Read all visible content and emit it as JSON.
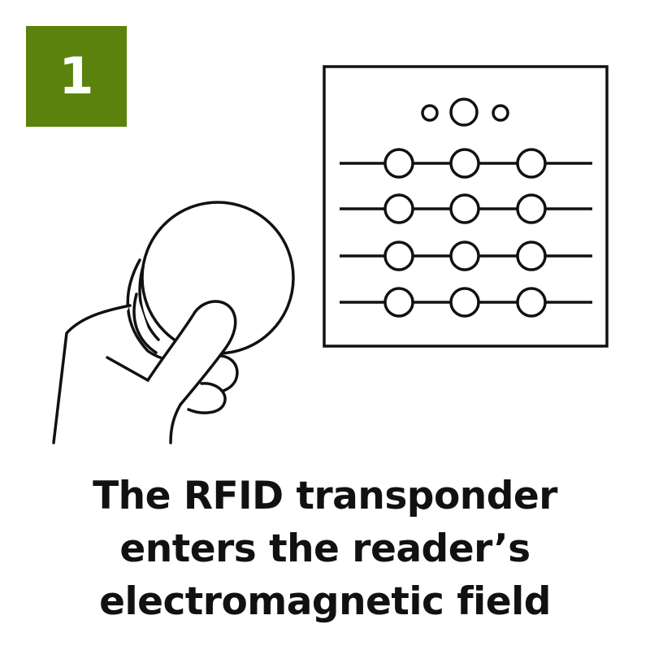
{
  "step": {
    "number": "1",
    "badge_color": "#5a820c"
  },
  "caption": {
    "lines": [
      "The RFID transponder",
      "enters the reader’s",
      "electromagnetic field"
    ]
  },
  "icons": {
    "reader": "rfid-reader-icon",
    "hand": "hand-holding-tag-icon"
  }
}
